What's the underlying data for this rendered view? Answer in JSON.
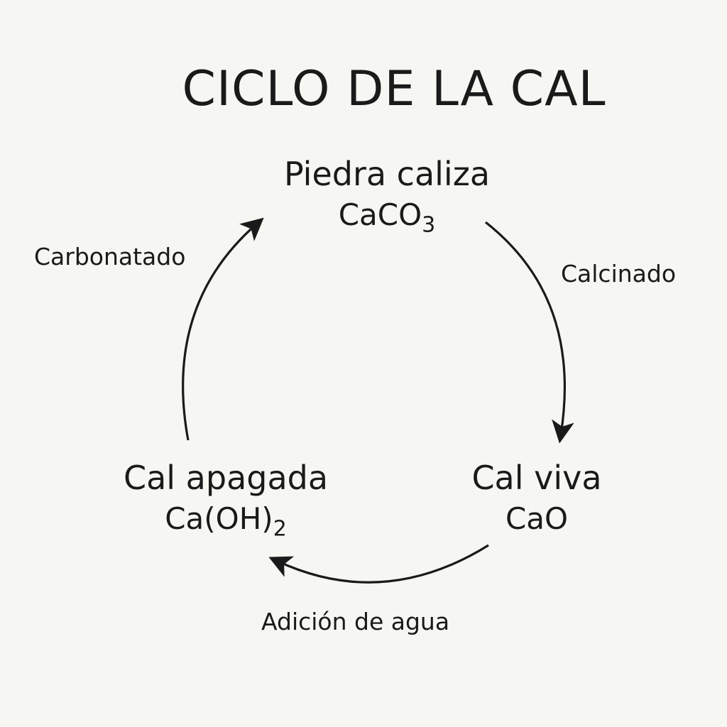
{
  "title": "CICLO DE LA CAL",
  "nodes": {
    "top": {
      "name": "Piedra caliza",
      "formula_base": "CaCO",
      "formula_sub": "3"
    },
    "right": {
      "name": "Cal viva",
      "formula_base": "CaO"
    },
    "left": {
      "name": "Cal apagada",
      "formula_base": "Ca(OH)",
      "formula_sub": "2"
    }
  },
  "steps": {
    "top_left": "Carbonatado",
    "top_right": "Calcinado",
    "bottom": "Adición de agua"
  },
  "colors": {
    "background": "#f6f6f3",
    "ink": "#1a1a1a"
  }
}
